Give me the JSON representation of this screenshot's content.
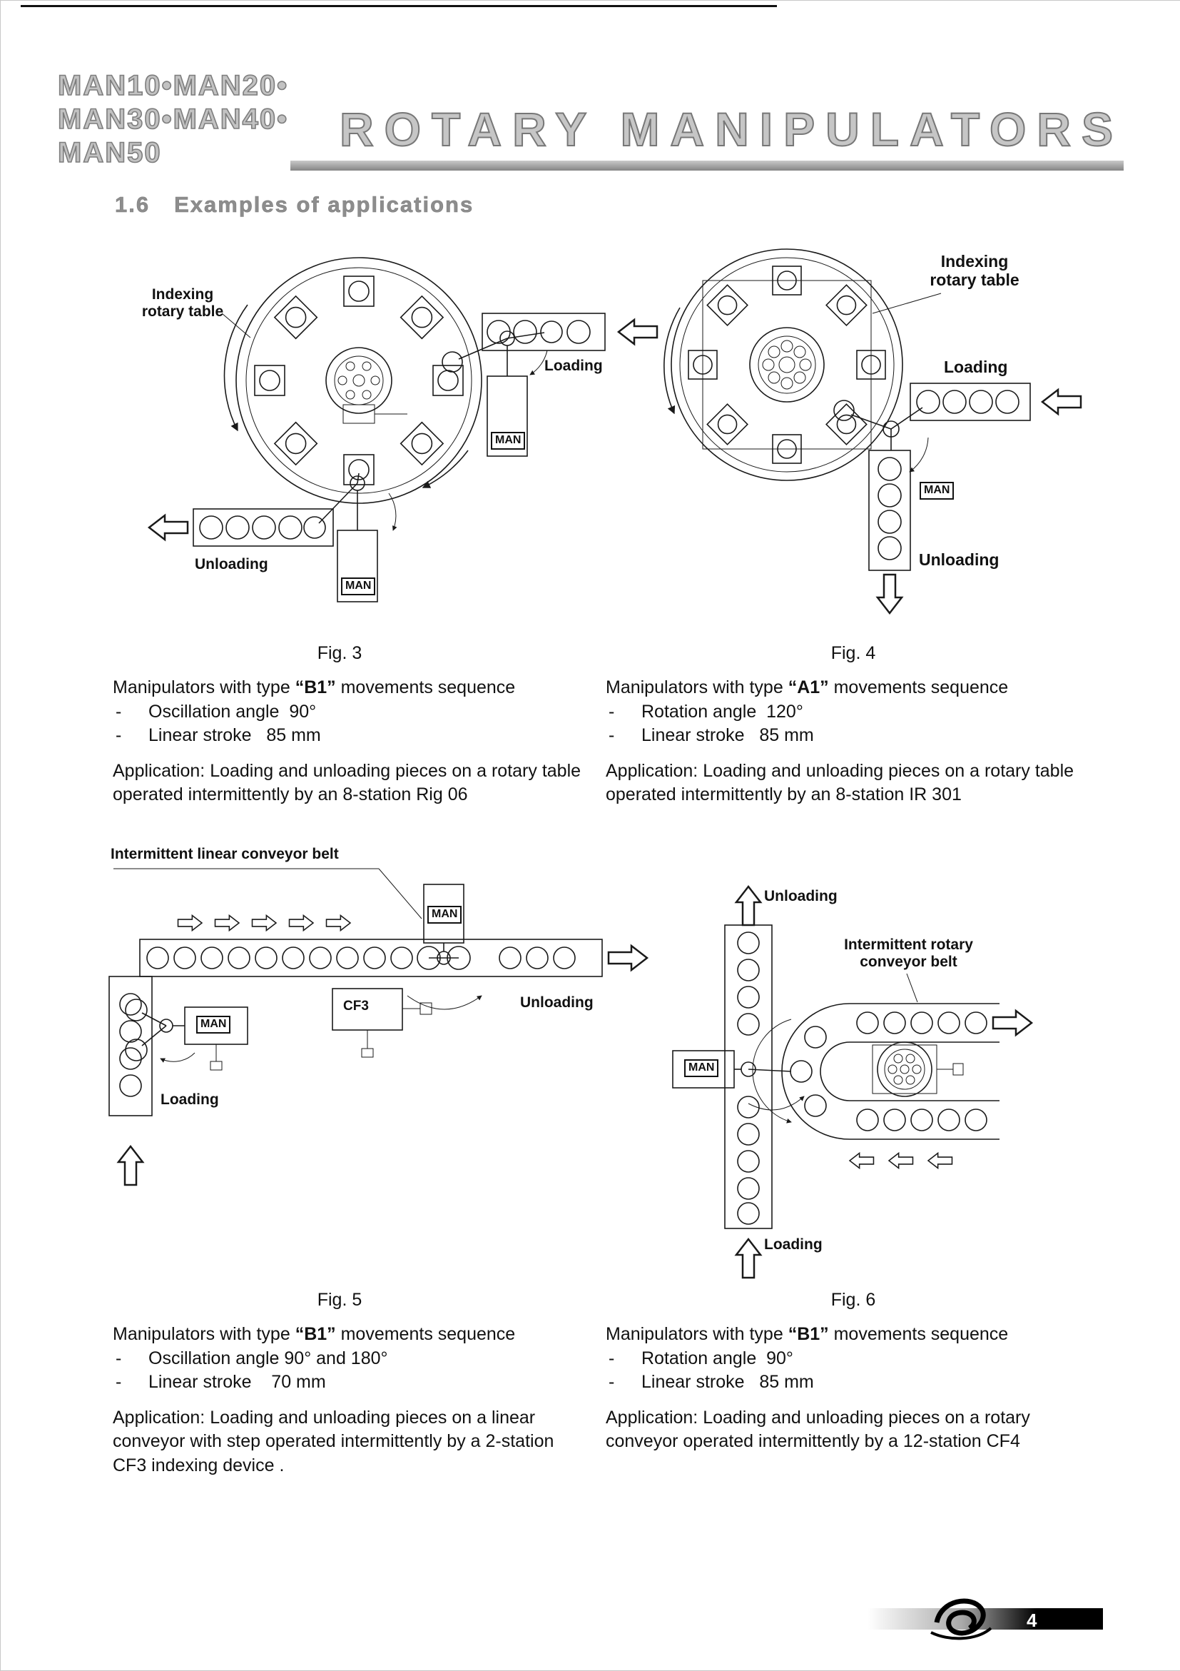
{
  "header": {
    "models": [
      "MAN10•MAN20•",
      "MAN30•MAN40•",
      "MAN50"
    ],
    "title": "ROTARY MANIPULATORS"
  },
  "section": {
    "number": "1.6",
    "title": "Examples of applications"
  },
  "figures": [
    {
      "caption": "Fig. 3",
      "desc_prefix": "Manipulators with type ",
      "type_code": "“B1”",
      "desc_suffix": " movements sequence",
      "bullets": [
        {
          "marker": "-",
          "text": "Oscillation angle  90°"
        },
        {
          "marker": "-",
          "text": "Linear stroke   85 mm"
        }
      ],
      "application": "Application: Loading and unloading pieces on a rotary table operated intermittently by an 8-station Rig 06",
      "labels": {
        "indexing": "Indexing\nrotary table",
        "loading": "Loading",
        "unloading": "Unloading",
        "man_upper": "MAN",
        "man_lower": "MAN"
      }
    },
    {
      "caption": "Fig. 4",
      "desc_prefix": "Manipulators with type ",
      "type_code": "“A1”",
      "desc_suffix": " movements sequence",
      "bullets": [
        {
          "marker": "-",
          "text": "Rotation angle  120°"
        },
        {
          "marker": "-",
          "text": "Linear stroke   85 mm"
        }
      ],
      "application": "Application: Loading and unloading pieces on a rotary table operated intermittently by an 8-station IR 301",
      "labels": {
        "indexing": "Indexing\nrotary table",
        "loading": "Loading",
        "unloading": "Unloading",
        "man": "MAN"
      }
    },
    {
      "caption": "Fig. 5",
      "desc_prefix": "Manipulators with type ",
      "type_code": "“B1”",
      "desc_suffix": " movements sequence",
      "bullets": [
        {
          "marker": "-",
          "text": "Oscillation angle 90° and 180°"
        },
        {
          "marker": "-",
          "text": "Linear stroke    70 mm"
        }
      ],
      "application": "Application: Loading and unloading pieces on a linear conveyor with step operated intermittently by a 2-station CF3 indexing device .",
      "labels": {
        "belt": "Intermittent linear conveyor belt",
        "man_upper": "MAN",
        "man_left": "MAN",
        "cf3": "CF3",
        "loading": "Loading",
        "unloading": "Unloading"
      }
    },
    {
      "caption": "Fig. 6",
      "desc_prefix": "Manipulators with type ",
      "type_code": "“B1”",
      "desc_suffix": " movements sequence",
      "bullets": [
        {
          "marker": "-",
          "text": "Rotation angle  90°"
        },
        {
          "marker": "-",
          "text": "Linear stroke   85 mm"
        }
      ],
      "application": "Application: Loading and unloading pieces on a rotary conveyor operated intermittently by a 12-station CF4",
      "labels": {
        "belt": "Intermittent rotary\nconveyor belt",
        "man": "MAN",
        "loading": "Loading",
        "unloading": "Unloading"
      }
    }
  ],
  "footer": {
    "page_number": "4"
  }
}
